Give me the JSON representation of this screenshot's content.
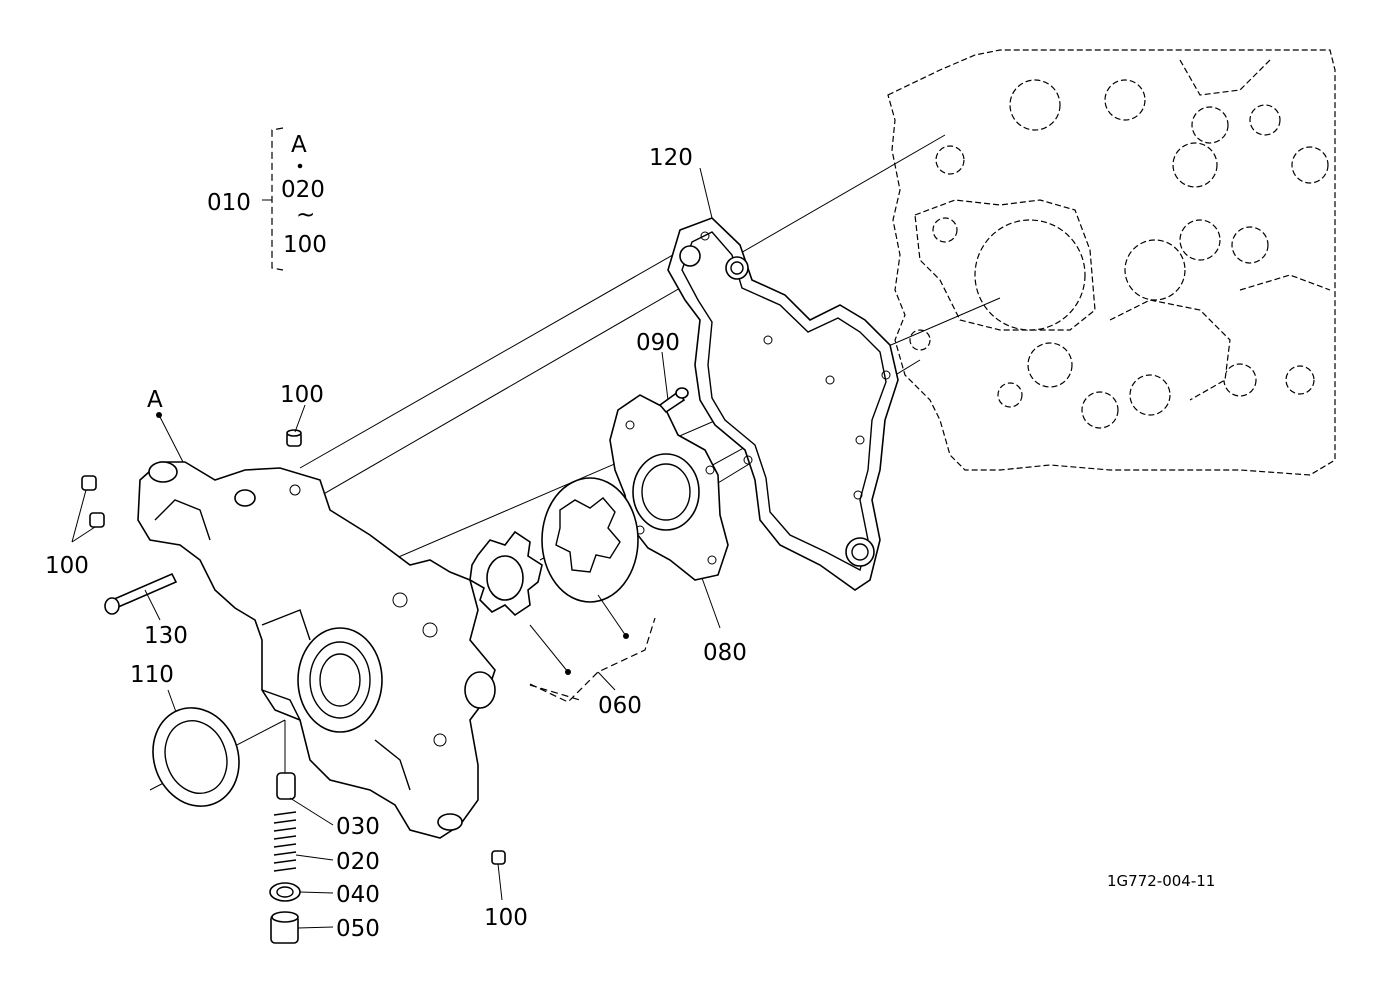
{
  "diagram": {
    "reference_code": "1G772-004-11",
    "legend": {
      "main_label": "010",
      "items": [
        "A",
        "020",
        "~",
        "100"
      ]
    },
    "callouts": [
      {
        "id": "label-010",
        "text": "010"
      },
      {
        "id": "label-020",
        "text": "020"
      },
      {
        "id": "label-030",
        "text": "030"
      },
      {
        "id": "label-040",
        "text": "040"
      },
      {
        "id": "label-050",
        "text": "050"
      },
      {
        "id": "label-060",
        "text": "060"
      },
      {
        "id": "label-080",
        "text": "080"
      },
      {
        "id": "label-090",
        "text": "090"
      },
      {
        "id": "label-100-top",
        "text": "100"
      },
      {
        "id": "label-100-left",
        "text": "100"
      },
      {
        "id": "label-100-bottom",
        "text": "100"
      },
      {
        "id": "label-110",
        "text": "110"
      },
      {
        "id": "label-120",
        "text": "120"
      },
      {
        "id": "label-130",
        "text": "130"
      },
      {
        "id": "label-A",
        "text": "A"
      }
    ]
  }
}
